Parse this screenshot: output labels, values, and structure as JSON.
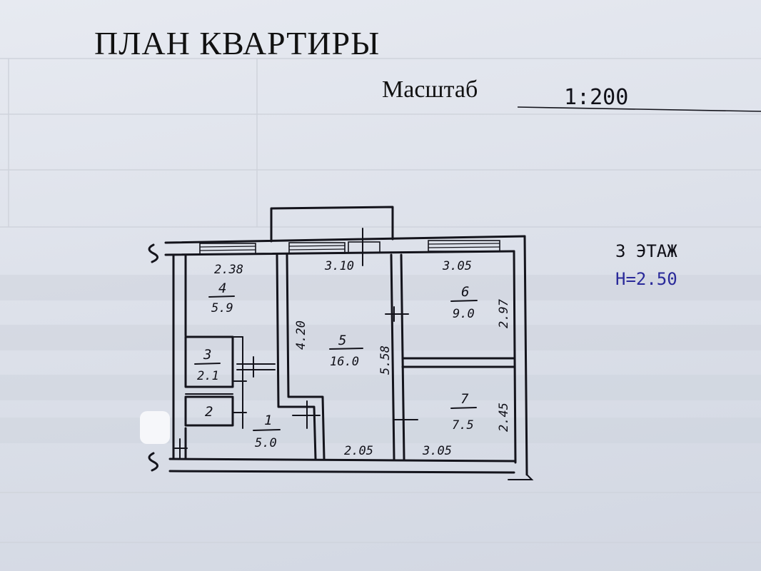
{
  "header": {
    "title": "ПЛАН КВАРТИРЫ",
    "scale_label": "Масштаб",
    "scale_value": "1:200"
  },
  "floor_info": {
    "floor": "3 ЭТАЖ",
    "height": "H=2.50"
  },
  "rooms": [
    {
      "number": "1",
      "area": "5.0"
    },
    {
      "number": "2",
      "area": ""
    },
    {
      "number": "3",
      "area": "2.1"
    },
    {
      "number": "4",
      "area": "5.9"
    },
    {
      "number": "5",
      "area": "16.0"
    },
    {
      "number": "6",
      "area": "9.0"
    },
    {
      "number": "7",
      "area": "7.5"
    }
  ],
  "dimensions": {
    "top_left": "2.38",
    "top_middle": "3.10",
    "top_right": "3.05",
    "room5_left": "4.20",
    "room5_right": "5.58",
    "room6_height": "2.97",
    "room7_height": "2.45",
    "bottom_middle": "2.05",
    "bottom_right": "3.05"
  },
  "colors": {
    "ink": "#14141c",
    "blue_ink": "#2a2a9a",
    "paper": "#dde1ea"
  }
}
